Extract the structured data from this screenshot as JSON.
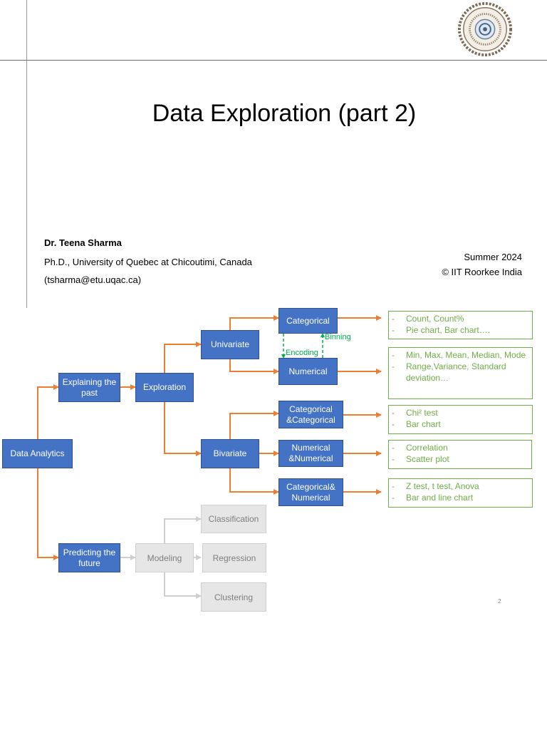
{
  "slide": {
    "title": "Data Exploration (part 2)",
    "author": "Dr. Teena Sharma",
    "affiliation": "Ph.D., University of Quebec at Chicoutimi, Canada",
    "email": "(tsharma@etu.uqac.ca)",
    "term": "Summer 2024",
    "copyright": "© IIT Roorkee India",
    "page_number": "2"
  },
  "diagram": {
    "nodes": {
      "data_analytics": "Data Analytics",
      "explaining_past": "Explaining the past",
      "predicting_future": "Predicting the future",
      "exploration": "Exploration",
      "modeling": "Modeling",
      "univariate": "Univariate",
      "bivariate": "Bivariate",
      "categorical": "Categorical",
      "numerical": "Numerical",
      "cat_cat": "Categorical &Categorical",
      "num_num": "Numerical &Numerical",
      "cat_num": "Categorical& Numerical",
      "classification": "Classification",
      "regression": "Regression",
      "clustering": "Clustering"
    },
    "edge_labels": {
      "binning": "Binning",
      "encoding": "Encoding"
    },
    "results": {
      "categorical": [
        "Count, Count%",
        "Pie chart, Bar chart…."
      ],
      "numerical": [
        "Min, Max, Mean, Median, Mode",
        "Range,Variance, Standard deviation…"
      ],
      "cat_cat": [
        "Chi² test",
        "Bar chart"
      ],
      "num_num": [
        "Correlation",
        "Scatter plot"
      ],
      "cat_num": [
        "Z test, t test, Anova",
        "Bar and line chart"
      ]
    },
    "result_bullet": "-"
  },
  "colors": {
    "node": "#4472c4",
    "arrow": "#ed7d31",
    "result": "#70ad47",
    "link": "#00b050",
    "muted": "#d0cece"
  }
}
